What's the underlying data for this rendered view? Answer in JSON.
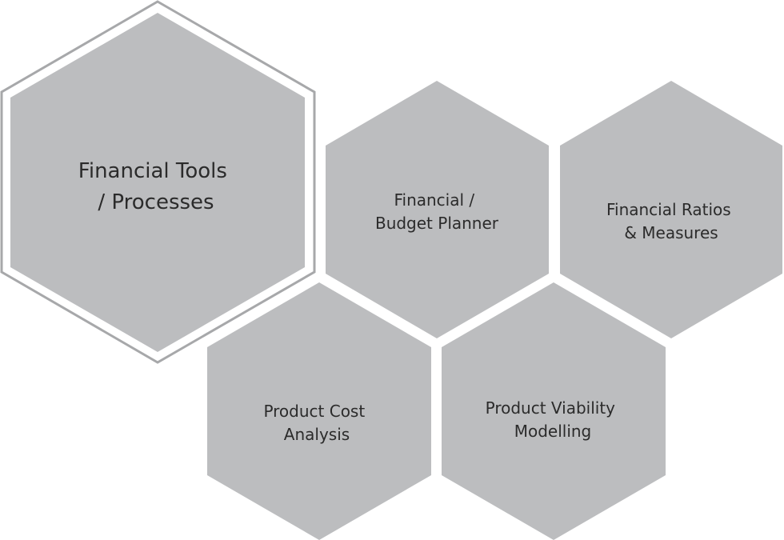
{
  "diagram": {
    "center": {
      "line1": "Financial Tools",
      "line2": "/ Processes"
    },
    "nodes": {
      "budget_planner": {
        "line1": "Financial /",
        "line2": "Budget Planner"
      },
      "ratios_measures": {
        "line1": "Financial Ratios",
        "line2": "& Measures"
      },
      "product_cost": {
        "line1": "Product Cost",
        "line2": "Analysis"
      },
      "product_viability": {
        "line1": "Product Viability",
        "line2": "Modelling"
      }
    },
    "colors": {
      "hex_fill": "#bcbdbf",
      "hex_outline": "#a7a8aa",
      "text": "#2b2b2b",
      "background": "#ffffff"
    }
  }
}
